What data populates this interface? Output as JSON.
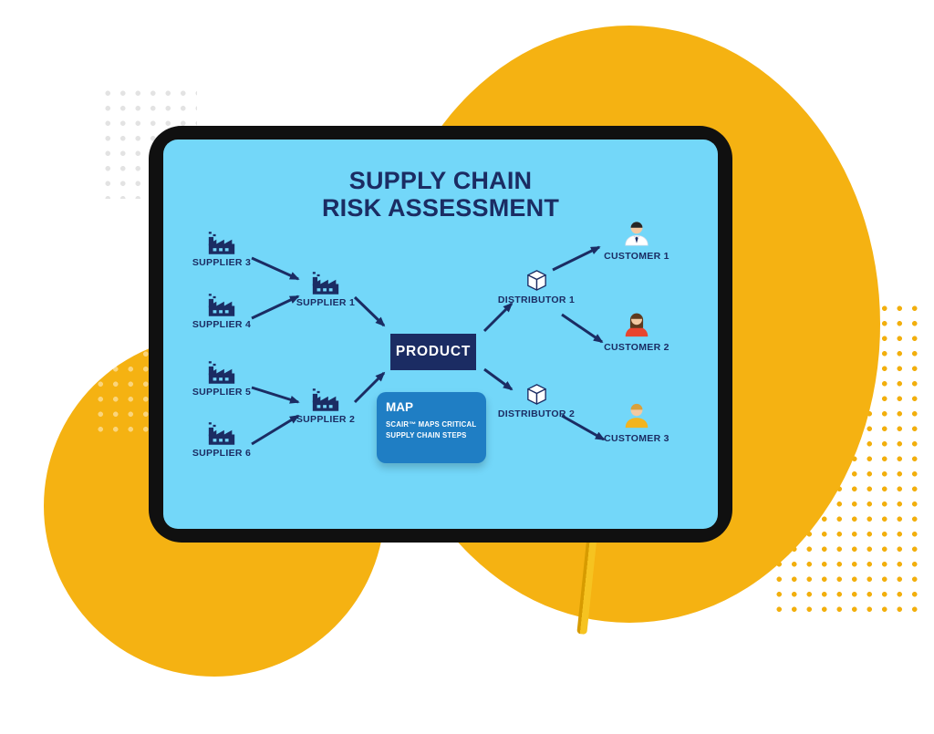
{
  "colors": {
    "navy": "#1B2C63",
    "screen_blue": "#73D7F9",
    "callout_blue": "#1F7EC4",
    "accent_yellow": "#F5B212"
  },
  "icons": {
    "supplier": "factory-icon",
    "distributor": "package-icon",
    "customer": "person-icon"
  },
  "screen": {
    "title_line1": "SUPPLY CHAIN",
    "title_line2": "RISK ASSESSMENT"
  },
  "nodes": {
    "suppliers_tier1": [
      {
        "label": "SUPPLIER 3"
      },
      {
        "label": "SUPPLIER 4"
      },
      {
        "label": "SUPPLIER 5"
      },
      {
        "label": "SUPPLIER 6"
      }
    ],
    "suppliers_tier2": [
      {
        "label": "SUPPLIER 1"
      },
      {
        "label": "SUPPLIER 2"
      }
    ],
    "product": {
      "label": "PRODUCT"
    },
    "distributors": [
      {
        "label": "DISTRIBUTOR 1"
      },
      {
        "label": "DISTRIBUTOR 2"
      }
    ],
    "customers": [
      {
        "label": "CUSTOMER 1"
      },
      {
        "label": "CUSTOMER 2"
      },
      {
        "label": "CUSTOMER 3"
      }
    ]
  },
  "callout": {
    "heading": "MAP",
    "body_line1": "SCAIR™ MAPS CRITICAL",
    "body_line2": "SUPPLY CHAIN STEPS"
  }
}
